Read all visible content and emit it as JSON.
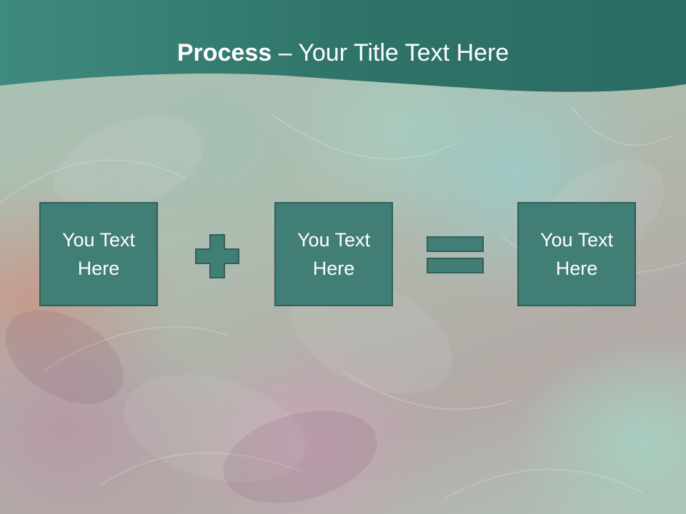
{
  "header": {
    "title_bold": "Process",
    "title_rest": " – Your Title Text Here"
  },
  "colors": {
    "header": "#2f7469",
    "box_fill": "#417e75",
    "box_border": "#2f5f59",
    "text": "#ffffff"
  },
  "process": {
    "steps": [
      {
        "label": "You Text Here"
      },
      {
        "label": "You Text Here"
      },
      {
        "label": "You Text Here"
      }
    ],
    "operators": [
      "plus-icon",
      "equals-icon"
    ]
  }
}
